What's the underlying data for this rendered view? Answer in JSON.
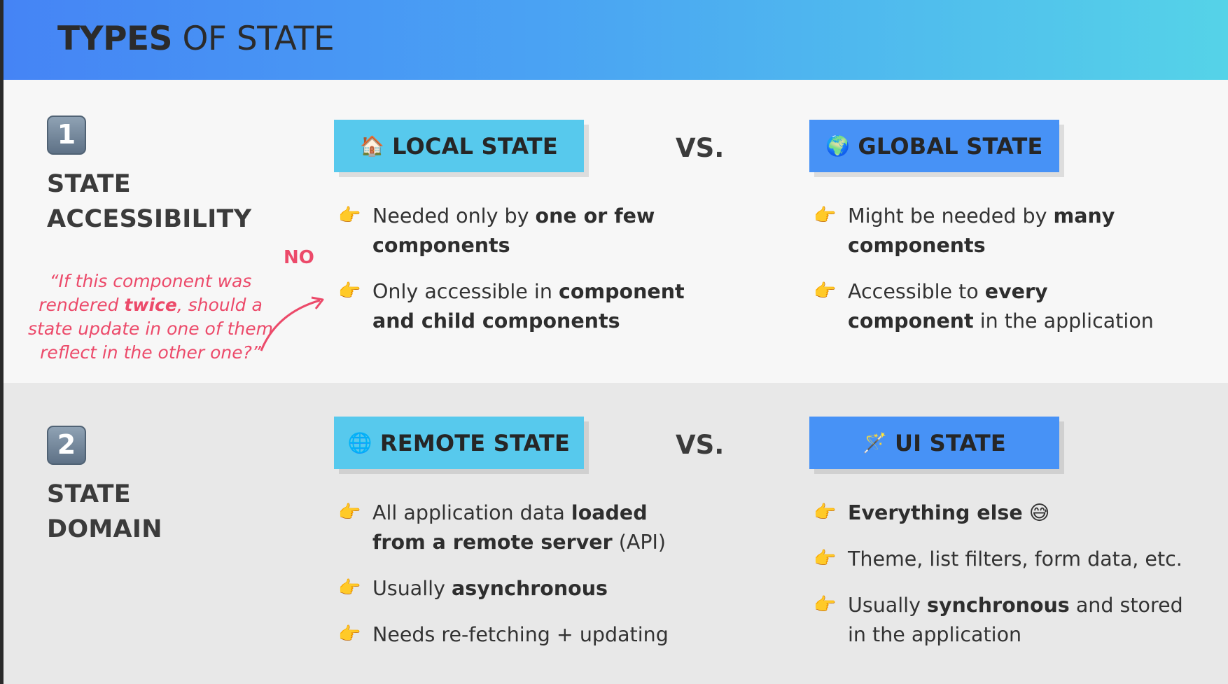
{
  "slide": {
    "title_bold": "TYPES",
    "title_rest": " OF STATE"
  },
  "section1": {
    "number": "1",
    "label_line1": "STATE",
    "label_line2": "ACCESSIBILITY",
    "left_tag": {
      "icon": "🏠",
      "label": "LOCAL STATE"
    },
    "vs": "VS.",
    "right_tag": {
      "icon": "🌍",
      "label": "GLOBAL STATE"
    },
    "left_bullets": [
      [
        {
          "t": "Needed only by "
        },
        {
          "t": "one or few",
          "b": true
        },
        {
          "br": true
        },
        {
          "t": "components",
          "b": true
        }
      ],
      [
        {
          "t": "Only accessible in "
        },
        {
          "t": "component",
          "b": true
        },
        {
          "br": true
        },
        {
          "t": "and child components",
          "b": true
        }
      ]
    ],
    "right_bullets": [
      [
        {
          "t": "Might be needed by "
        },
        {
          "t": "many",
          "b": true
        },
        {
          "br": true
        },
        {
          "t": "components",
          "b": true
        }
      ],
      [
        {
          "t": "Accessible to "
        },
        {
          "t": "every",
          "b": true
        },
        {
          "br": true
        },
        {
          "t": "component",
          "b": true
        },
        {
          "t": " in the application"
        }
      ]
    ],
    "quote": [
      {
        "t": "“If this component was"
      },
      {
        "br": true
      },
      {
        "t": "rendered "
      },
      {
        "t": "twice",
        "b": true
      },
      {
        "t": ", should a"
      },
      {
        "br": true
      },
      {
        "t": "state update in one of them"
      },
      {
        "br": true
      },
      {
        "t": "reflect in the other one?”"
      }
    ],
    "answer": "NO"
  },
  "section2": {
    "number": "2",
    "label_line1": "STATE",
    "label_line2": "DOMAIN",
    "left_tag": {
      "icon": "🌐",
      "label": "REMOTE STATE"
    },
    "vs": "VS.",
    "right_tag": {
      "icon": "🪄",
      "label": "UI STATE"
    },
    "left_bullets": [
      [
        {
          "t": "All application data "
        },
        {
          "t": "loaded",
          "b": true
        },
        {
          "br": true
        },
        {
          "t": "from a remote server",
          "b": true
        },
        {
          "t": " (API)"
        }
      ],
      [
        {
          "t": "Usually "
        },
        {
          "t": "asynchronous",
          "b": true
        }
      ],
      [
        {
          "t": "Needs re-fetching + updating"
        }
      ]
    ],
    "right_bullets": [
      [
        {
          "t": "Everything else",
          "b": true
        },
        {
          "t": " 😅"
        }
      ],
      [
        {
          "t": "Theme, list filters, form data, etc."
        }
      ],
      [
        {
          "t": "Usually "
        },
        {
          "t": "synchronous",
          "b": true
        },
        {
          "t": " and stored"
        },
        {
          "br": true
        },
        {
          "t": "in the application"
        }
      ]
    ]
  },
  "icons": {
    "bullet": "👉",
    "bullet_icon_name": "pointing-hand-icon"
  },
  "colors": {
    "header_gradient_start": "#4584f5",
    "header_gradient_end": "#55d3e8",
    "tag_cyan": "#57c9ed",
    "tag_blue": "#4792f6",
    "quote_pink": "#ec4a6a",
    "section2_bg": "#e8e8e8"
  }
}
